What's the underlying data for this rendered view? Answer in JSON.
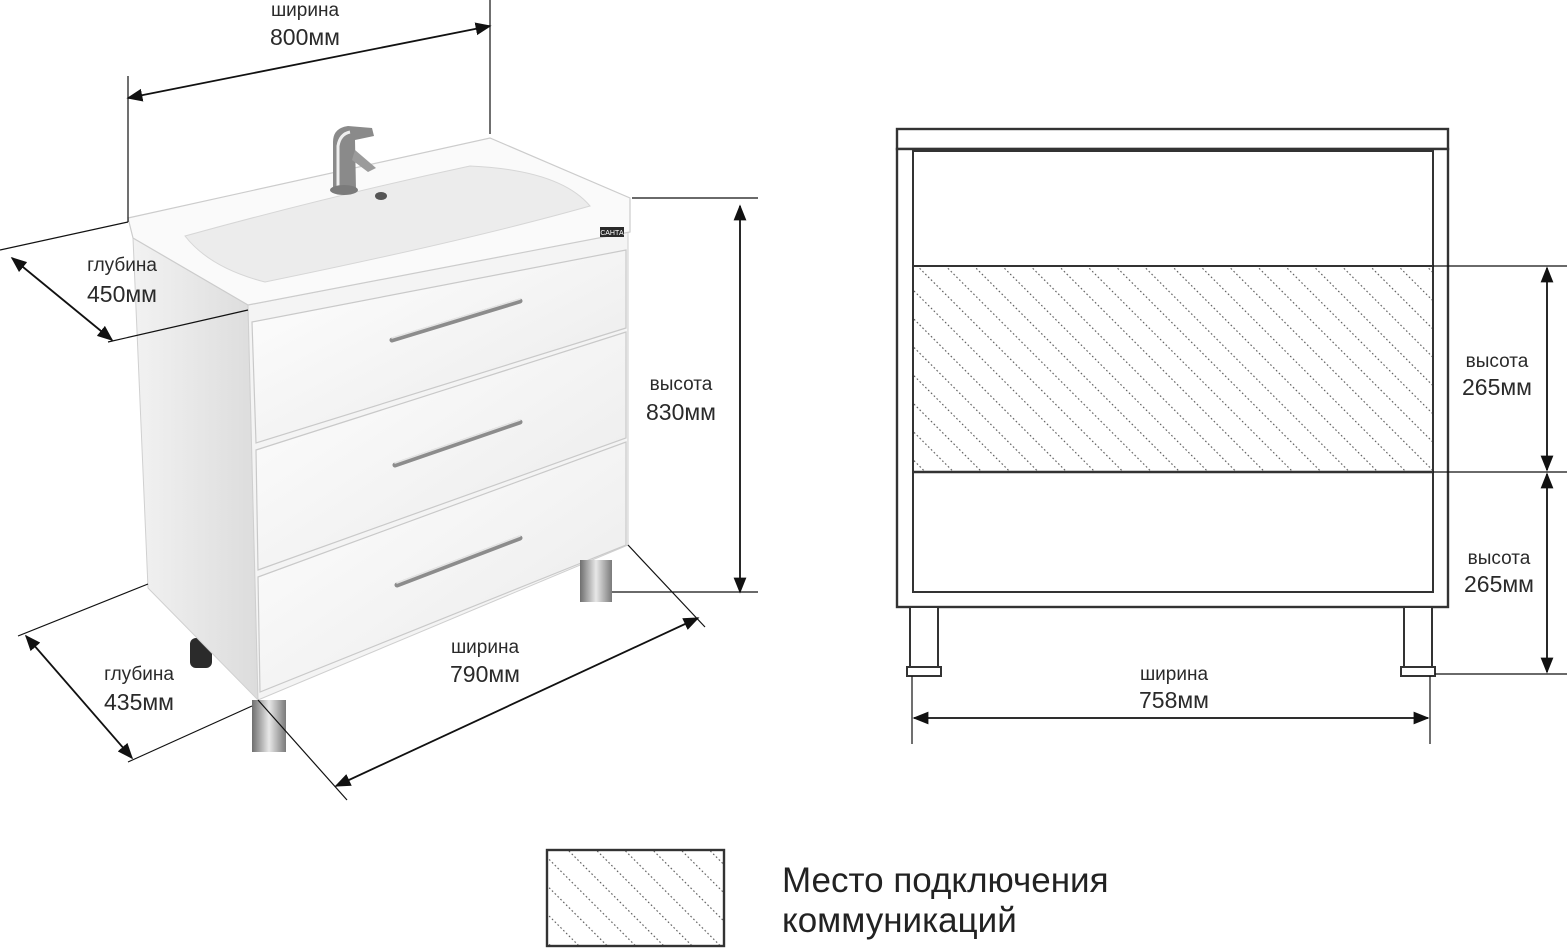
{
  "left_view": {
    "width_top": {
      "label": "ширина",
      "value": "800мм"
    },
    "depth_top": {
      "label": "глубина",
      "value": "450мм"
    },
    "height": {
      "label": "высота",
      "value": "830мм"
    },
    "width_bottom": {
      "label": "ширина",
      "value": "790мм"
    },
    "depth_bottom": {
      "label": "глубина",
      "value": "435мм"
    },
    "brand_badge": "САНТА"
  },
  "right_view": {
    "zone_upper": {
      "label": "высота",
      "value": "265мм"
    },
    "zone_lower": {
      "label": "высота",
      "value": "265мм"
    },
    "inner_width": {
      "label": "ширина",
      "value": "758мм"
    }
  },
  "legend": {
    "line1": "Место подключения",
    "line2": "коммуникаций"
  },
  "colors": {
    "line": "#111111",
    "frame": "#333333",
    "hatch": "#555555",
    "cabinet_face": "#f4f4f4",
    "chrome": "#9a9a9a"
  }
}
